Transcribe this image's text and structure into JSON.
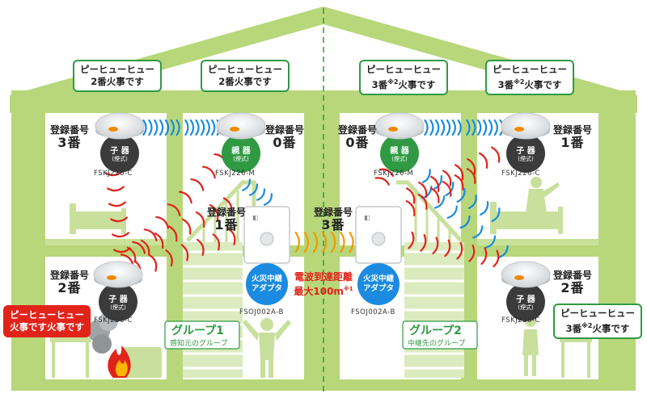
{
  "bubbles": {
    "b1_line1": "ピーヒューヒュー",
    "b1_line2": "2番火事です",
    "b2_line1": "ピーヒューヒュー",
    "b2_line2": "2番火事です",
    "b3_line1": "ピーヒューヒュー",
    "b3_line2_a": "3番",
    "b3_sup": "※2",
    "b3_line2_b": "火事です",
    "b4_line1": "ピーヒューヒュー",
    "b4_line2_a": "3番",
    "b4_sup": "※2",
    "b4_line2_b": "火事です",
    "b5_line1": "ピーヒューヒュー",
    "b5_line2_a": "3番",
    "b5_sup": "※2",
    "b5_line2_b": "火事です",
    "b6_line1": "ピーヒューヒュー",
    "b6_line2": "火事です火事です"
  },
  "registration": {
    "label": "登録番号",
    "d_tl": "3番",
    "d_tc": "0番",
    "d_tc2": "0番",
    "d_tr": "1番",
    "d_bl": "2番",
    "d_br": "2番",
    "a_left": "1番",
    "a_right": "3番"
  },
  "detectors": {
    "child": "子 器",
    "parent": "親 器",
    "type": "(煙式)",
    "model_child": "FSKJ226-C",
    "model_parent": "FSKJ226-M"
  },
  "adapters": {
    "label_l1": "火災中継",
    "label_l2": "アダプタ",
    "model": "FSOJ002A-B"
  },
  "range": {
    "line1": "電波到達距離",
    "line2": "最大100m",
    "note": "※1"
  },
  "groups": {
    "g1_title": "グループ1",
    "g1_sub": "感知元のグループ",
    "g2_title": "グループ2",
    "g2_sub": "中継先のグループ"
  },
  "colors": {
    "house_green": "#b7d77a",
    "wall_green": "#8cc63f",
    "bubble_border": "#2f9a43",
    "wave_red": "#e2231a",
    "wave_blue": "#1a8be0",
    "adapter_blue": "#1a8be0",
    "parent_green": "#2f9a43",
    "child_dark": "#3b3b3b"
  }
}
